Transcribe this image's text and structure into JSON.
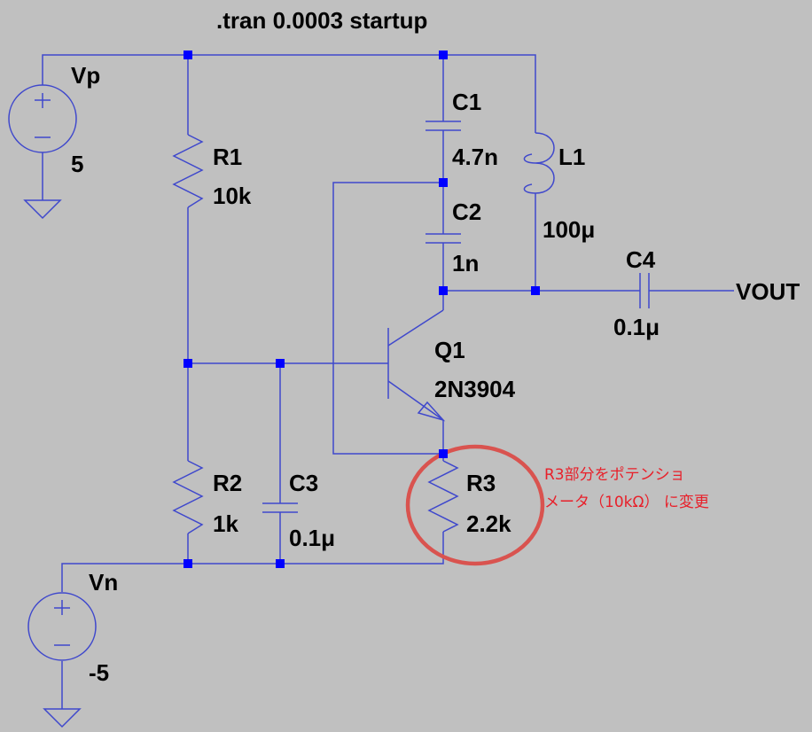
{
  "directive": ".tran 0.0003 startup",
  "components": {
    "vp": {
      "name": "Vp",
      "value": "5"
    },
    "vn": {
      "name": "Vn",
      "value": "-5"
    },
    "r1": {
      "name": "R1",
      "value": "10k"
    },
    "r2": {
      "name": "R2",
      "value": "1k"
    },
    "r3": {
      "name": "R3",
      "value": "2.2k"
    },
    "c1": {
      "name": "C1",
      "value": "4.7n"
    },
    "c2": {
      "name": "C2",
      "value": "1n"
    },
    "c3": {
      "name": "C3",
      "value": "0.1μ"
    },
    "c4": {
      "name": "C4",
      "value": "0.1μ"
    },
    "l1": {
      "name": "L1",
      "value": "100μ"
    },
    "q1": {
      "name": "Q1",
      "value": "2N3904"
    }
  },
  "net_label": "VOUT",
  "annotation": {
    "line1": "R3部分をポテンショ",
    "line2": "メータ（10kΩ） に変更",
    "color": "#e8202a"
  },
  "colors": {
    "background": "#c0c0c0",
    "wire": "#3f48cc",
    "junction": "#0000ff",
    "highlight": "#d9534f"
  }
}
